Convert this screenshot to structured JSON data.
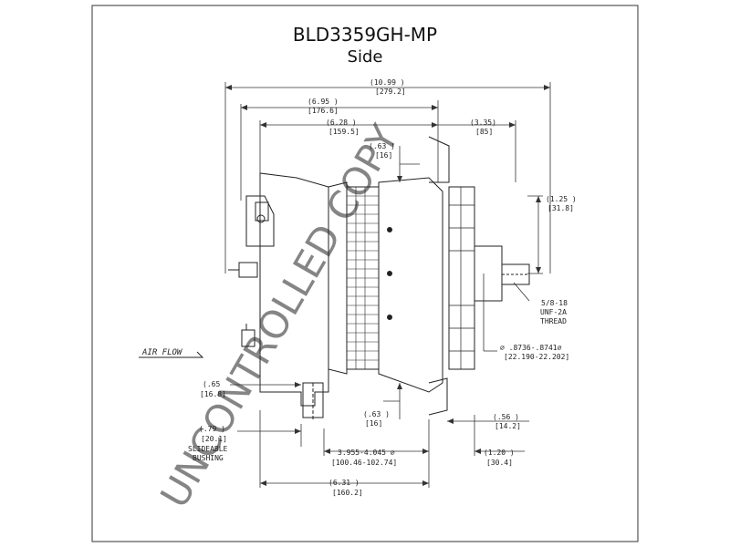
{
  "header": {
    "part_number": "BLD3359GH-MP",
    "view": "Side"
  },
  "watermark": "UNCONTROLLED COPY",
  "airflow_label": "AIR FLOW",
  "dimensions": {
    "overall_in": "(10.99  )",
    "overall_mm": "[279.2]",
    "d1_in": "(6.95   )",
    "d1_mm": "[176.6]",
    "d2_in": "(6.28    )",
    "d2_mm": "[159.5]",
    "d3_in": "(3.35)",
    "d3_mm": "[85]",
    "d4_in": "(.63  )",
    "d4_mm": "[16]",
    "d5_in": "(1.25  )",
    "d5_mm": "[31.8]",
    "d6_in": "(.65",
    "d6_mm": "[16.8]",
    "d7_in": "(.63  )",
    "d7_mm": "[16]",
    "d8_in": "(.56  )",
    "d8_mm": "[14.2]",
    "d9_in": "(.79   )",
    "d9_mm": "[20.1]",
    "bushing_1": "SLIDEABLE",
    "bushing_2": "BUSHING",
    "d10_in": "3.955-4.045 ∅",
    "d10_mm": "[100.46-102.74]",
    "d11_in": "(1.20  )",
    "d11_mm": "[30.4]",
    "d12_in": "(6.31   )",
    "d12_mm": "[160.2]",
    "thread_1": "5/8-18",
    "thread_2": "UNF-2A",
    "thread_3": "THREAD",
    "shaft_in": "∅ .8736-.8741∅",
    "shaft_mm": "[22.190-22.202]"
  }
}
